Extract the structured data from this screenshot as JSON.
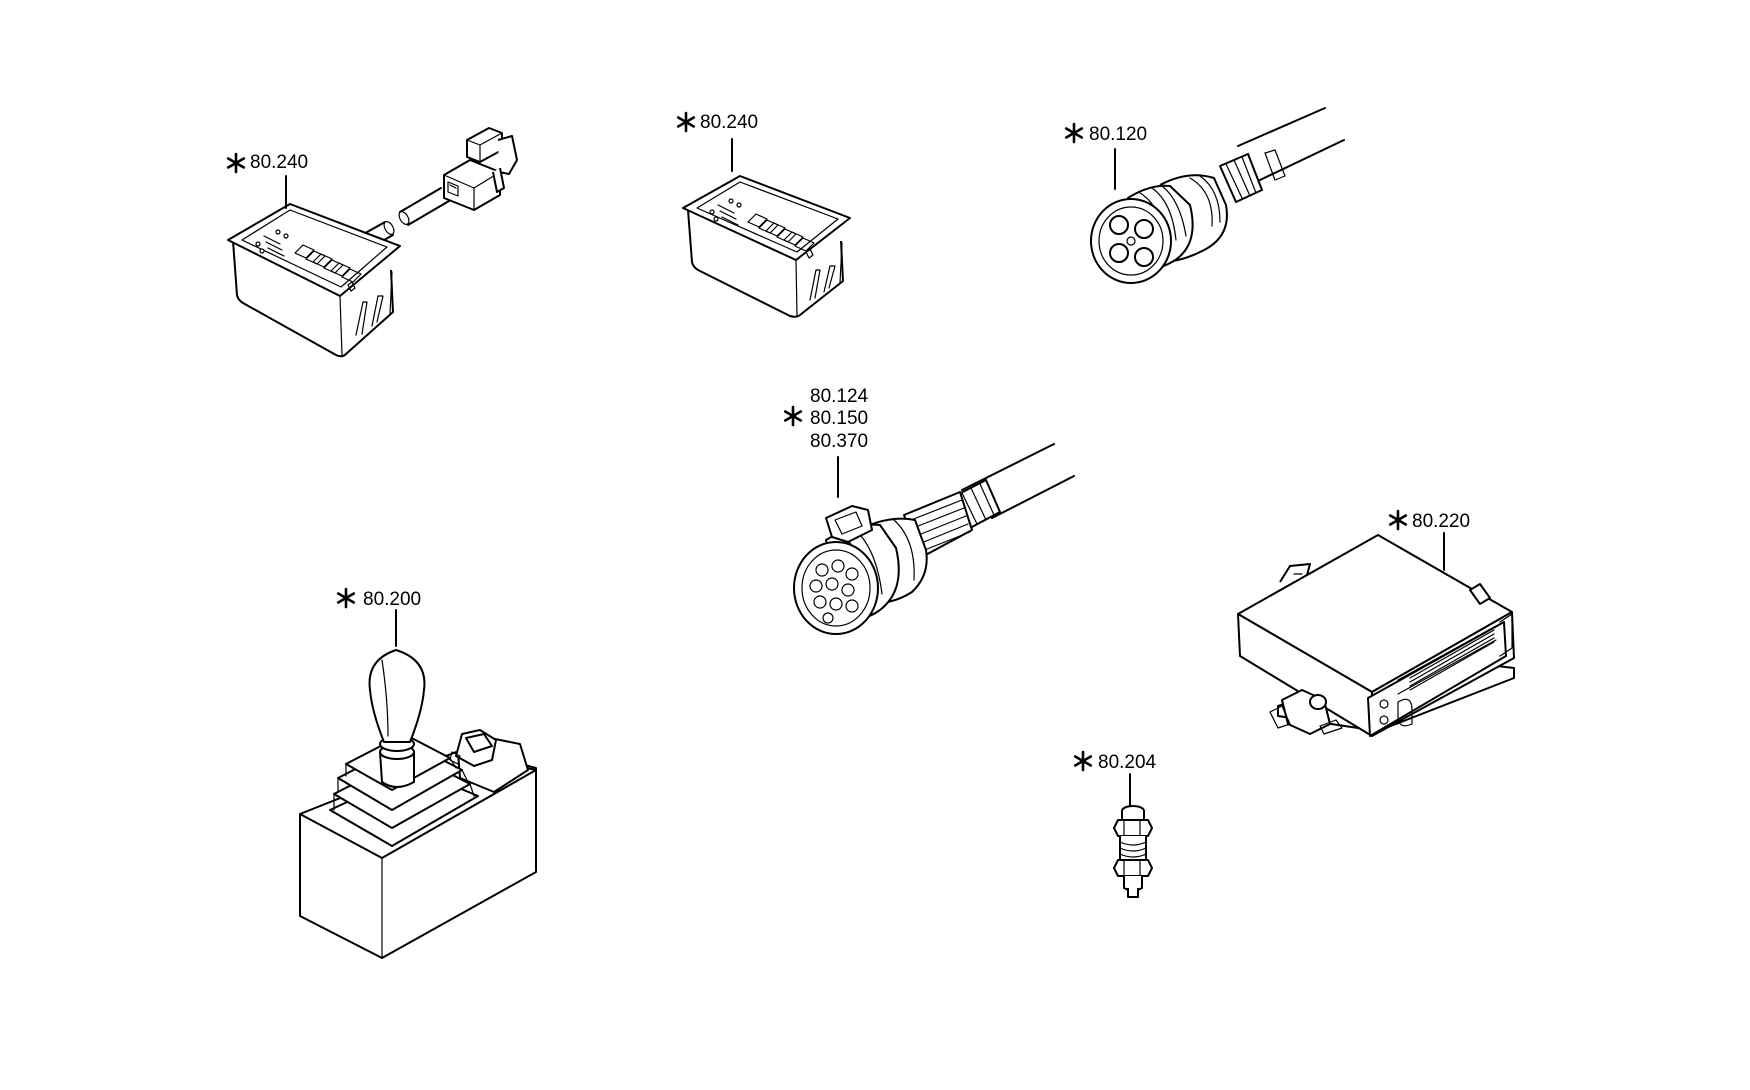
{
  "parts": [
    {
      "id": "display-with-harness",
      "refs": [
        "80.240"
      ],
      "marked": true
    },
    {
      "id": "display",
      "refs": [
        "80.240"
      ],
      "marked": true
    },
    {
      "id": "round-connector",
      "refs": [
        "80.120"
      ],
      "marked": true
    },
    {
      "id": "multi-pin-connector",
      "refs": [
        "80.124",
        "80.150",
        "80.370"
      ],
      "marked": true
    },
    {
      "id": "control-unit",
      "refs": [
        "80.220"
      ],
      "marked": true
    },
    {
      "id": "gear-selector",
      "refs": [
        "80.200"
      ],
      "marked": true
    },
    {
      "id": "sensor",
      "refs": [
        "80.204"
      ],
      "marked": true
    }
  ]
}
